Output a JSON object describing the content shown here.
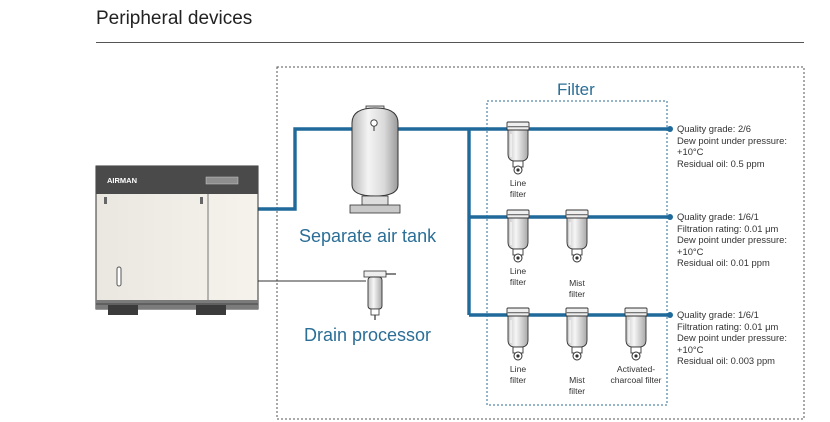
{
  "page": {
    "title": "Peripheral devices"
  },
  "compressor": {
    "brand": "AIRMAN"
  },
  "labels": {
    "filter_title": "Filter",
    "air_tank": "Separate air tank",
    "drain": "Drain processor"
  },
  "filter_rows": [
    {
      "filters": [
        {
          "line1": "Line",
          "line2": "filter"
        }
      ],
      "spec": [
        "Quality grade: 2/6",
        "Dew point under pressure:",
        "+10°C",
        "Residual oil: 0.5 ppm"
      ]
    },
    {
      "filters": [
        {
          "line1": "Line",
          "line2": "filter"
        },
        {
          "line1": "Mist",
          "line2": "filter"
        }
      ],
      "spec": [
        "Quality grade: 1/6/1",
        "Filtration rating: 0.01 μm",
        "Dew point under pressure:",
        "+10°C",
        "Residual oil: 0.01 ppm"
      ]
    },
    {
      "filters": [
        {
          "line1": "Line",
          "line2": "filter"
        },
        {
          "line1": "Mist",
          "line2": "filter"
        },
        {
          "line1": "Activated-",
          "line2": "charcoal filter"
        }
      ],
      "spec": [
        "Quality grade: 1/6/1",
        "Filtration rating: 0.01 μm",
        "Dew point under pressure:",
        "+10°C",
        "Residual oil: 0.003 ppm"
      ]
    }
  ],
  "colors": {
    "pipe": "#1f6a9a",
    "label_blue": "#2b6e96",
    "frame": "#555555"
  }
}
